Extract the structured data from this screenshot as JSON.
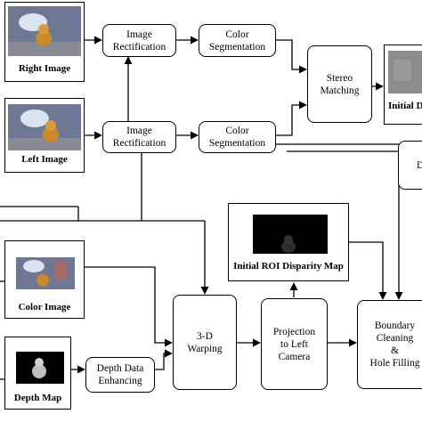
{
  "nodes": {
    "right_image": "Right Image",
    "left_image": "Left Image",
    "color_image": "Color Image",
    "depth_map": "Depth Map",
    "rect_top": "Image\nRectification",
    "rect_bottom": "Image\nRectification",
    "seg_top": "Color\nSegmentation",
    "seg_bottom": "Color\nSegmentation",
    "stereo": "Stereo\nMatching",
    "initial_map": "Initial D",
    "right_partial": "D",
    "roi_map": "Initial ROI Disparity Map",
    "warping": "3-D\nWarping",
    "projection": "Projection\nto Left\nCamera",
    "boundary": "Boundary\nCleaning\n&\nHole Filling",
    "enhance": "Depth Data\nEnhancing"
  },
  "colors": {
    "stroke": "#000000",
    "photo_bg": "#6e7894",
    "lamp": "#dde3ee",
    "bear": "#c98a2a",
    "black": "#000000"
  }
}
